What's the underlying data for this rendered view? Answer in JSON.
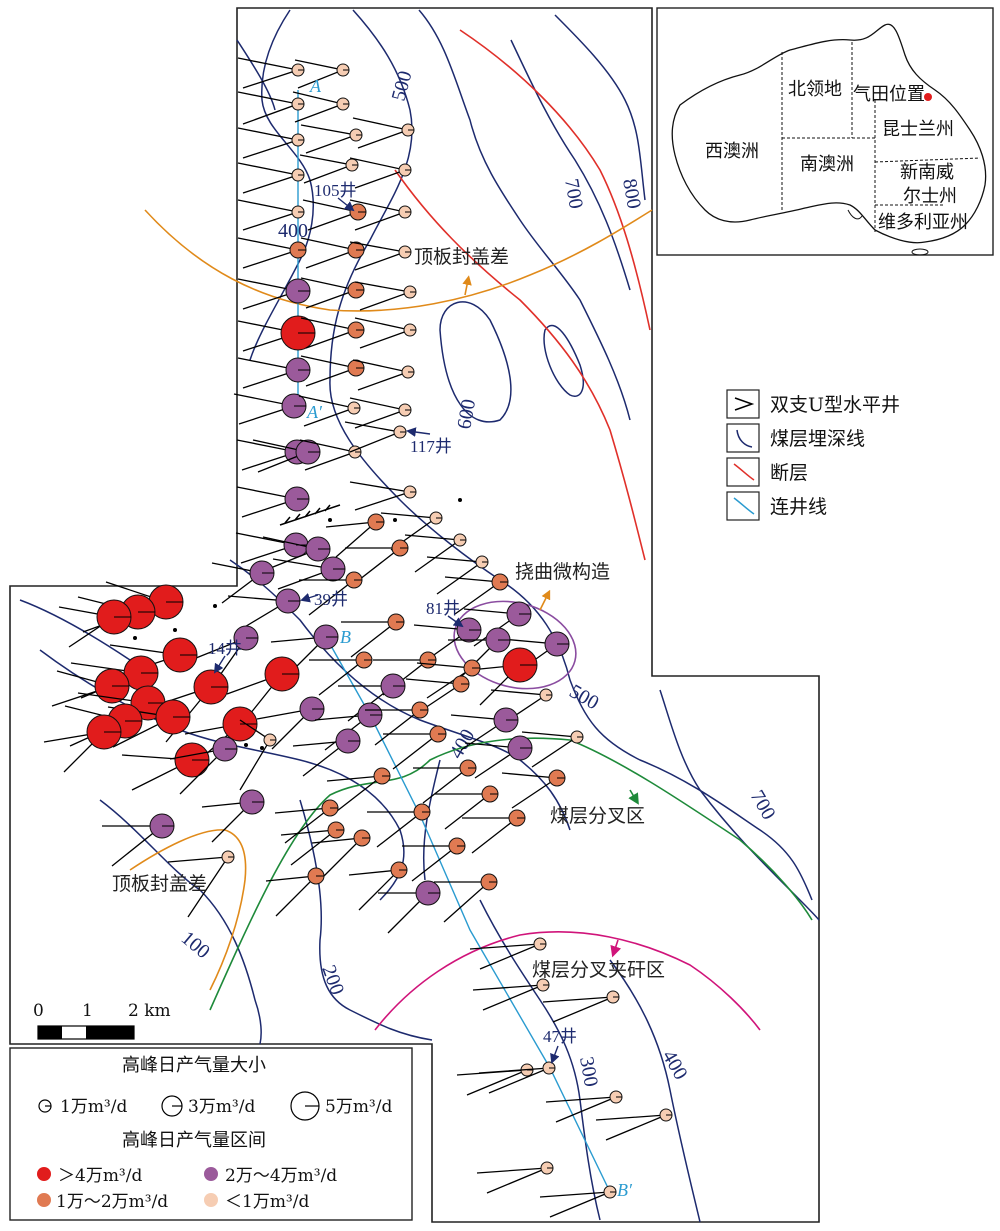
{
  "map": {
    "legend_symbols": [
      {
        "label": "双支U型水平井",
        "color": "#000000"
      },
      {
        "label": "煤层埋深线",
        "color": "#1d2a6e"
      },
      {
        "label": "断层",
        "color": "#e0302a"
      },
      {
        "label": "连井线",
        "color": "#2a9bd0"
      }
    ],
    "legend_gas": {
      "size_title": "高峰日产气量大小",
      "size_items": [
        "1万m³/d",
        "3万m³/d",
        "5万m³/d"
      ],
      "class_title": "高峰日产气量区间",
      "class_items": [
        {
          "label": "＞4万m³/d",
          "color": "#e11c1c"
        },
        {
          "label": "2万～4万m³/d",
          "color": "#9b5a9b"
        },
        {
          "label": "1万～2万m³/d",
          "color": "#e07a52"
        },
        {
          "label": "＜1万m³/d",
          "color": "#f6cdb3"
        }
      ]
    },
    "scale_bar": {
      "ticks": [
        "0",
        "1",
        "2 km"
      ]
    },
    "inset": {
      "regions": [
        "西澳洲",
        "北领地",
        "南澳洲",
        "昆士兰州",
        "新南威",
        "尔士州",
        "维多利亚州"
      ],
      "location_label": "气田位置"
    },
    "annotations": [
      "顶板封盖差",
      "挠曲微构造",
      "煤层分叉区",
      "顶板封盖差",
      "煤层分叉夹矸区"
    ],
    "wells": [
      "105井",
      "117井",
      "39井",
      "81井",
      "14井",
      "47井"
    ],
    "section_labels": [
      "A",
      "A′",
      "B",
      "B′"
    ],
    "contours": [
      "500",
      "700",
      "800",
      "400",
      "600",
      "500",
      "400",
      "700",
      "100",
      "200",
      "300",
      "400"
    ],
    "colors": {
      "contour": "#1d2a6e",
      "fault": "#e0302a",
      "well_line": "#2a9bd0",
      "orange_zone": "#e08a1a",
      "green_zone": "#1e8a3a",
      "pink_zone": "#d0147a"
    }
  }
}
